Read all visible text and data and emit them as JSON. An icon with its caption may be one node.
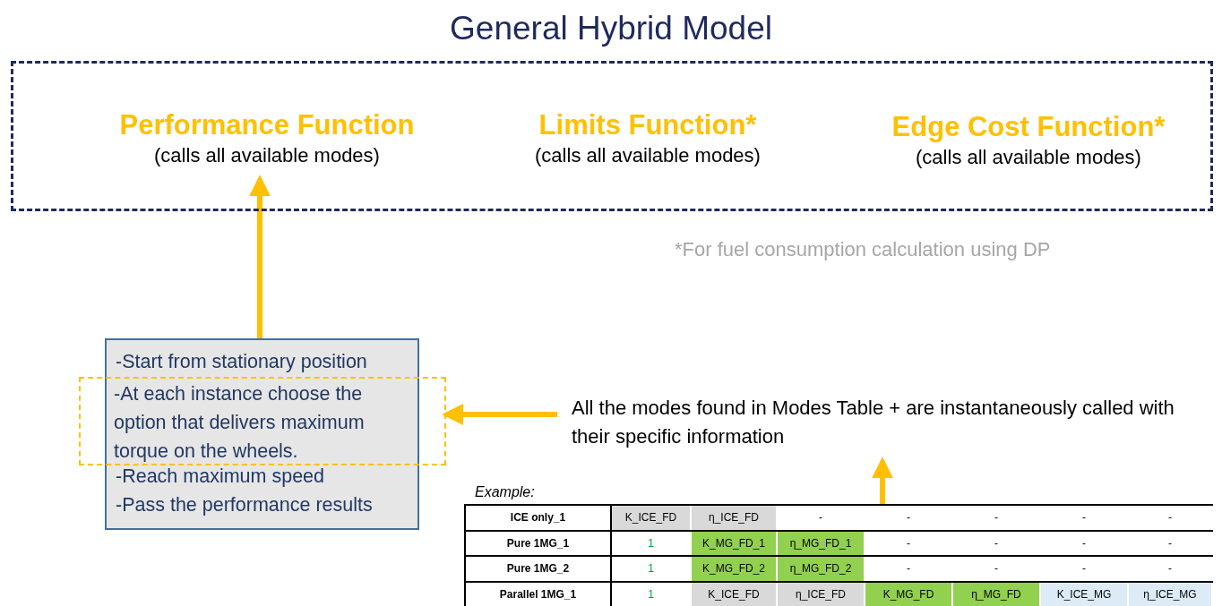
{
  "diagram": {
    "title": "General Hybrid Model",
    "nodes": [
      {
        "text": [],
        "shape": "box"
      },
      {
        "text": [
          "Performance Function",
          "(calls all available modes)"
        ],
        "in": 0
      },
      {
        "text": [
          "Limits Function*",
          "(calls all available modes)"
        ],
        "in": 0
      },
      {
        "text": [
          "Edge Cost Function*",
          "(calls all available modes)"
        ],
        "in": 0
      },
      {
        "text": [
          "-Start from stationary position",
          "-Reach maximum speed",
          "-Pass the performance results"
        ]
      },
      {
        "text": [
          "-At each instance choose the option that delivers maximum torque on the wheels."
        ]
      },
      {
        "text": [
          "All the modes found in Modes Table + are instantaneously called with their specific information"
        ]
      },
      {
        "text": [],
        "shape": "box"
      }
    ],
    "edges": [
      {
        "from": 4,
        "to": 1,
        "arrow": "to"
      },
      {
        "from": 6,
        "to": 5,
        "arrow": "to"
      },
      {
        "from": 7,
        "to": 6,
        "arrow": "to"
      }
    ],
    "labels": [
      "*For fuel consumption calculation using DP",
      "Example:",
      "ICE only_1",
      "K_ICE_FD",
      "η_ICE_FD",
      "-",
      "-",
      "-",
      "-",
      "-",
      "Pure 1MG_1",
      "1",
      "K_MG_FD_1",
      "η_MG_FD_1",
      "-",
      "-",
      "-",
      "-",
      "Pure 1MG_2",
      "1",
      "K_MG_FD_2",
      "η_MG_FD_2",
      "-",
      "-",
      "-",
      "-",
      "Parallel 1MG_1",
      "1",
      "K_ICE_FD",
      "η_ICE_FD",
      "K_MG_FD",
      "η_MG_FD",
      "K_ICE_MG",
      "η_ICE_MG"
    ]
  }
}
